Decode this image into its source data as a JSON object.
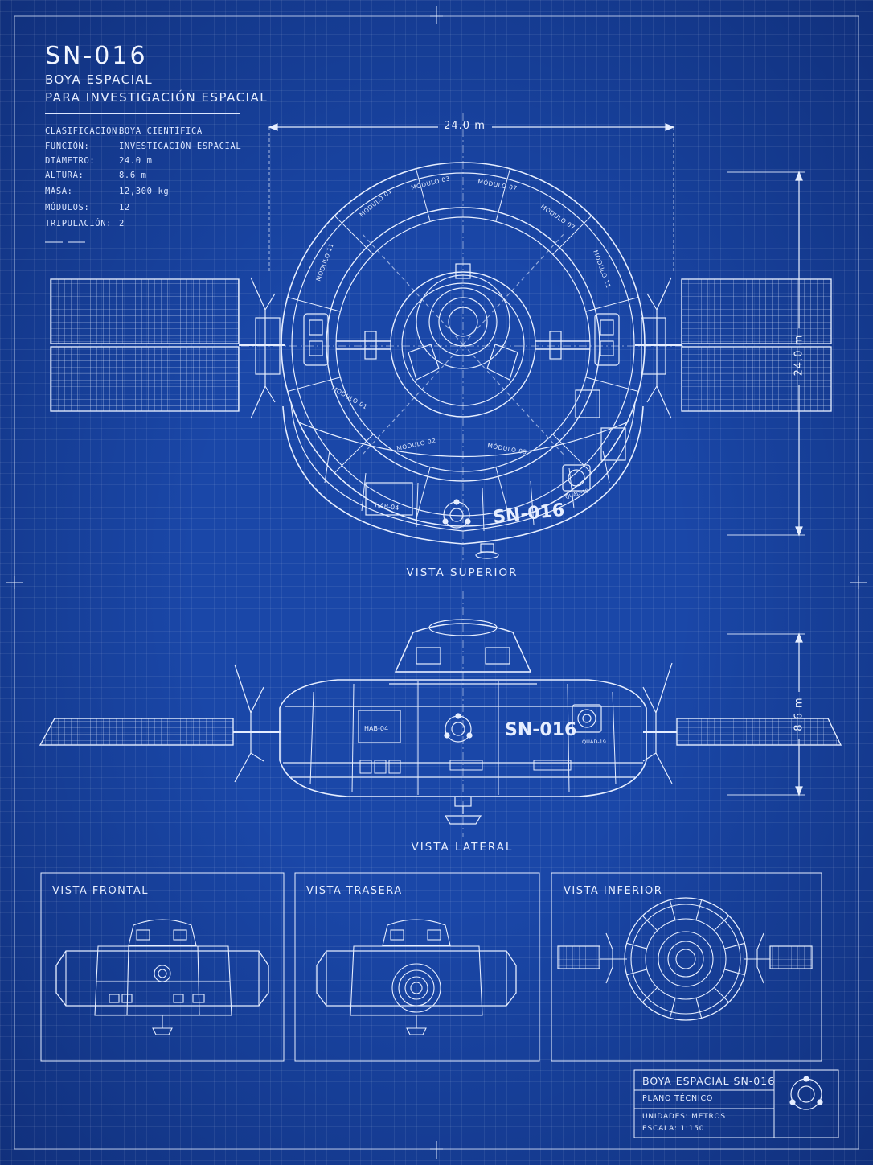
{
  "header": {
    "title": "SN-016",
    "subtitle_1": "BOYA ESPACIAL",
    "subtitle_2": "PARA INVESTIGACIÓN ESPACIAL"
  },
  "specs": [
    {
      "key": "CLASIFICACIÓN:",
      "value": "BOYA CIENTÍFICA"
    },
    {
      "key": "FUNCIÓN:",
      "value": "INVESTIGACIÓN ESPACIAL"
    },
    {
      "key": "DIÁMETRO:",
      "value": "24.0 m"
    },
    {
      "key": "ALTURA:",
      "value": "8.6 m"
    },
    {
      "key": "MASA:",
      "value": "12,300 kg"
    },
    {
      "key": "MÓDULOS:",
      "value": "12"
    },
    {
      "key": "TRIPULACIÓN:",
      "value": "2"
    }
  ],
  "dimensions": {
    "diameter_h": "24.0 m",
    "diameter_v": "24.0 m",
    "height": "8.6 m"
  },
  "module_labels": [
    "MÓDULO 01",
    "MÓDULO 03",
    "MÓDULO 07",
    "MÓDULO 07",
    "MÓDULO 11",
    "MÓDULO 11",
    "MÓDULO 01",
    "MÓDULO 02",
    "MÓDULO 05"
  ],
  "hull": {
    "name": "SN-016",
    "hab_label": "HAB-04",
    "quad_label": "QUAD-19"
  },
  "views": {
    "top": "VISTA SUPERIOR",
    "side": "VISTA LATERAL",
    "front": "VISTA FRONTAL",
    "rear": "VISTA TRASERA",
    "bottom": "VISTA INFERIOR"
  },
  "title_block": {
    "name": "BOYA ESPACIAL SN-016",
    "type": "PLANO TÉCNICO",
    "units": "UNIDADES: METROS",
    "scale": "ESCALA: 1:150"
  },
  "colors": {
    "background": "#1a47a8",
    "line": "#e6eeff"
  }
}
